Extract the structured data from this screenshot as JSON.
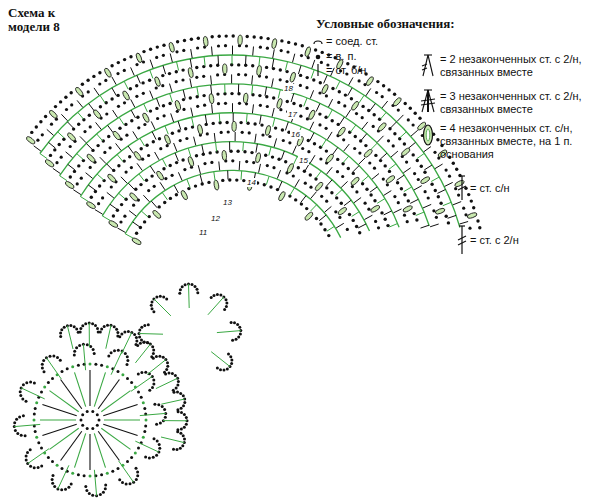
{
  "diagram": {
    "title": "Схема к модели 8",
    "labels": [
      "Условные обозначения:",
      "18",
      "17",
      "16",
      "15",
      "14",
      "13",
      "12",
      "11"
    ],
    "legend": [
      {
        "text": "= соед. ст."
      },
      {
        "text": "= в. п."
      },
      {
        "text": "= ст. б/н"
      },
      {
        "text": "= 2 незаконченных ст. с 2/н, связанных вместе"
      },
      {
        "text": "= 3 незаконченных ст. с 2/н, связанных вместе"
      },
      {
        "text": "= 4 незаконченных ст. с/н, связанных вместе, на 1 п. основания"
      },
      {
        "text": "= ст. с/н"
      },
      {
        "text": "= ст. с 2/н"
      }
    ]
  }
}
